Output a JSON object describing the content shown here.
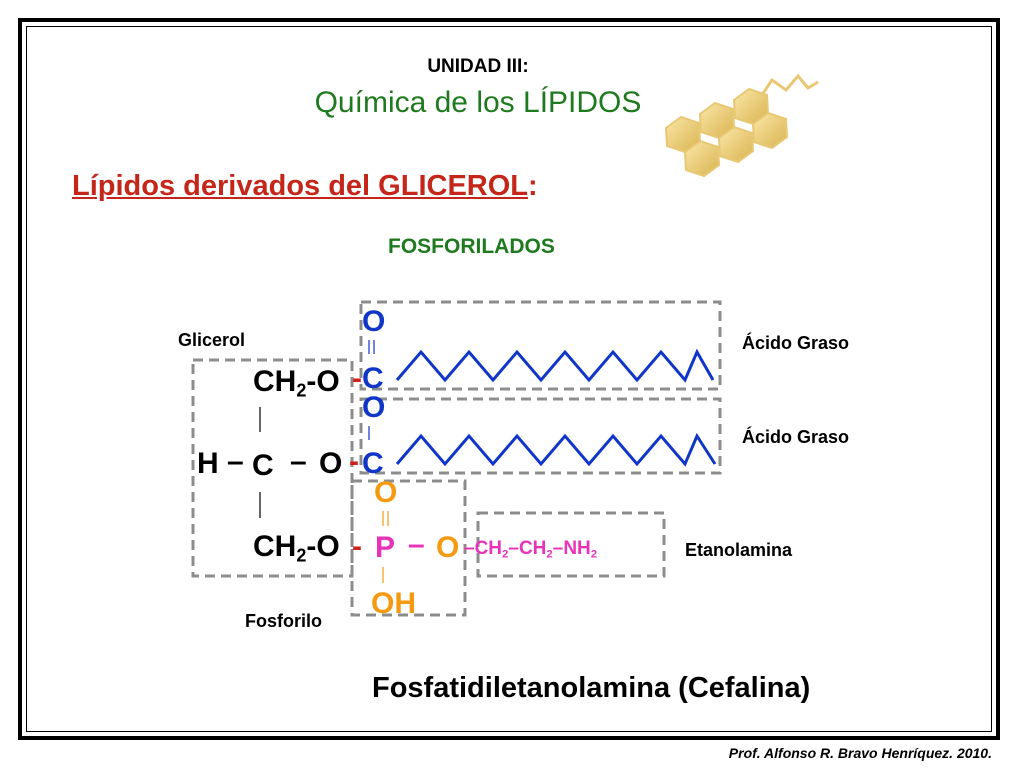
{
  "header": {
    "unit": "UNIDAD III:",
    "title": "Química de los LÍPIDOS"
  },
  "section": {
    "title_main": "Lípidos derivados del GLICEROL",
    "title_colon": ":",
    "subtitle": "FOSFORILADOS"
  },
  "labels": {
    "glycerol": "Glicerol",
    "fatty_acid_1": "Ácido Graso",
    "fatty_acid_2": "Ácido Graso",
    "ethanolamine": "Etanolamina",
    "phosphoryl": "Fosforilo"
  },
  "structure": {
    "ch2_top": "CH",
    "ch2_top_sub": "2",
    "ch2_top_o": "-O",
    "ch2_top_dash": "-",
    "c_top": "C",
    "o_top": "O",
    "h": "H",
    "h_dash": "–",
    "c_mid": "C",
    "c_mid_dash": "–",
    "o_mid": "O",
    "o_mid_dash": "-",
    "c_mid2": "C",
    "o_mid_carbonyl": "O",
    "ch2_bot": "CH",
    "ch2_bot_sub": "2",
    "ch2_bot_o": "-O",
    "p_dash": "-",
    "p": "P",
    "p_dash2": "–",
    "p_o": "O",
    "p_o_top": "O",
    "oh": "OH",
    "eth_dash": "–",
    "eth_ch2a": "CH",
    "eth_ch2a_sub": "2",
    "eth_dash2": "–",
    "eth_ch2b": "CH",
    "eth_ch2b_sub": "2",
    "eth_dash3": "–",
    "eth_nh2": "NH",
    "eth_nh2_sub": "2"
  },
  "compound_name": "Fosfatidiletanolamina (Cefalina)",
  "credit": "Prof. Alfonso R. Bravo Henríquez. 2010.",
  "colors": {
    "title_green": "#1f7a1f",
    "subtitle_red": "#c4261a",
    "acyl_blue": "#1036c8",
    "phosphoryl_orange": "#f59a10",
    "ethanolamine_pink": "#e832b8",
    "box_gray": "#8c8c8c",
    "steroid_yellow": "#f2d27a"
  }
}
